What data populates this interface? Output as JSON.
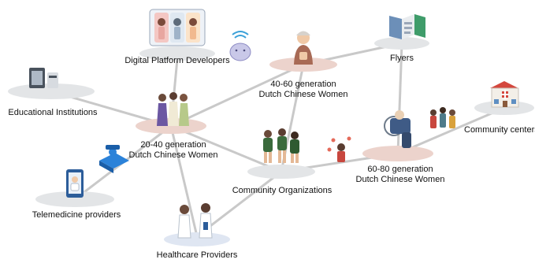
{
  "nodes": {
    "digital_platform_developers": "Digital Platform Developers",
    "gen_40_60": {
      "line1": "40-60 generation",
      "line2": "Dutch Chinese Women"
    },
    "flyers": "Flyers",
    "educational_institutions": "Educational Institutions",
    "gen_20_40": {
      "line1": "20-40 generation",
      "line2": "Dutch Chinese Women"
    },
    "community_centers": "Community centers",
    "community_organizations": "Community Organizations",
    "gen_60_80": {
      "line1": "60-80 generation",
      "line2": "Dutch Chinese Women"
    },
    "telemedicine_providers": "Telemedicine providers",
    "healthcare_providers": "Healthcare Providers"
  },
  "colors": {
    "edge": "#c9c9c9",
    "disc_grey": "#e3e5e7",
    "disc_pink": "#ecd3cc",
    "disc_blue": "#dfe6f2"
  },
  "icons": [
    "phone-app-icon",
    "smart-speaker-icon",
    "elderly-woman-icon",
    "brochure-icon",
    "computer-icon",
    "women-group-icon",
    "hospital-icon",
    "elderly-wheelchair-icon",
    "family-icon",
    "sports-group-icon",
    "chat-person-icon",
    "telemedicine-phone-icon",
    "isometric-device-icon",
    "doctors-icon"
  ]
}
